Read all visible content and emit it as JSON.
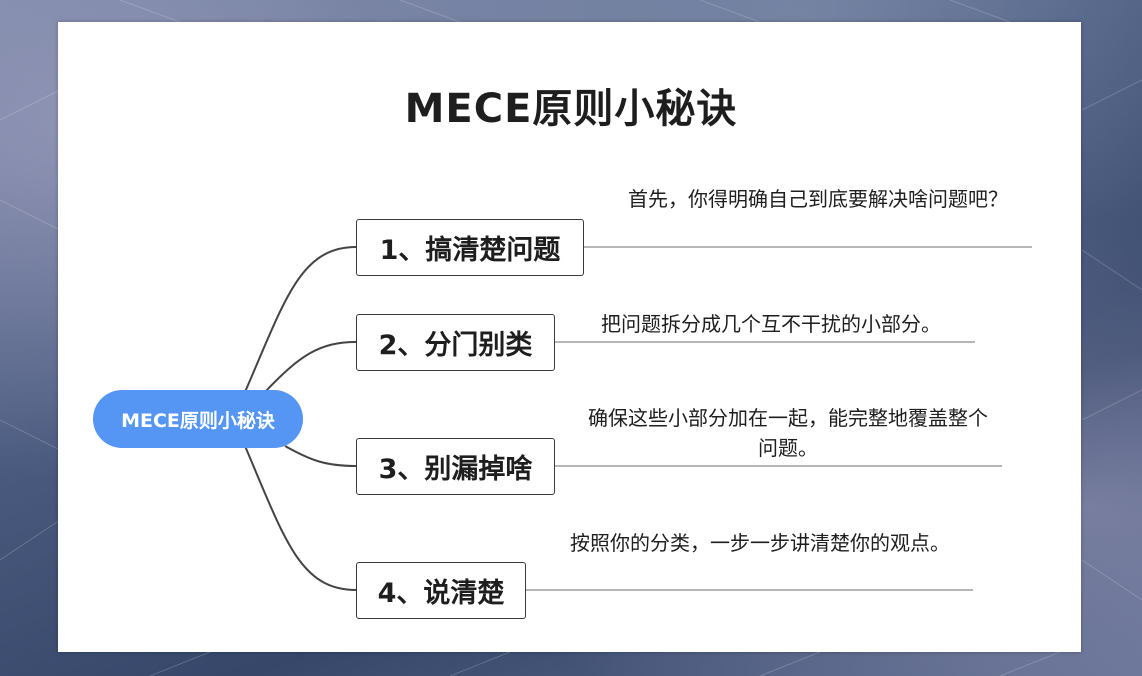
{
  "slide": {
    "title": "MECE原则小秘诀"
  },
  "mindmap": {
    "root": "MECE原则小秘诀",
    "branches": [
      {
        "label": "1、搞清楚问题",
        "note": "首先，你得明确自己到底要解决啥问题吧？"
      },
      {
        "label": "2、分门别类",
        "note": "把问题拆分成几个互不干扰的小部分。"
      },
      {
        "label": "3、别漏掉啥",
        "note": "确保这些小部分加在一起，能完整地覆盖整个问题。"
      },
      {
        "label": "4、说清楚",
        "note": "按照你的分类，一步一步讲清楚你的观点。"
      }
    ]
  },
  "colors": {
    "root_fill": "#5596f5",
    "root_text": "#ffffff",
    "line": "#444444",
    "underline": "#8a8a8a"
  }
}
